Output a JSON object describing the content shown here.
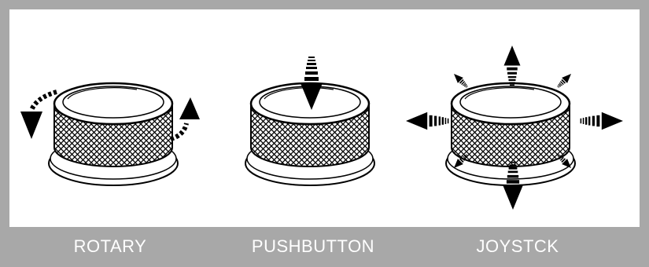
{
  "labels": {
    "rotary": "ROTARY",
    "pushbutton": "PUSHBUTTON",
    "joystick": "JOYSTCK"
  },
  "colors": {
    "frame": "#a8a8a8",
    "panel": "#ffffff",
    "ink": "#000000",
    "label_text": "#ffffff"
  },
  "icons": {
    "rotary": "rotary-knob-icon",
    "pushbutton": "pushbutton-knob-icon",
    "joystick": "joystick-knob-icon"
  }
}
